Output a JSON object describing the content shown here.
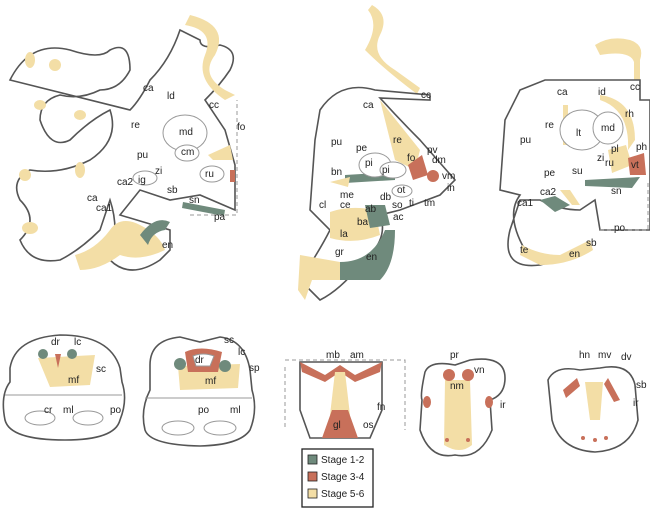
{
  "colors": {
    "stage_1_2": "#6f8a7c",
    "stage_3_4": "#c8705a",
    "stage_5_6": "#f3dea6"
  },
  "panels": {
    "p1": [
      "ca",
      "ld",
      "cc",
      "re",
      "md",
      "fo",
      "cm",
      "pu",
      "zi",
      "ru",
      "ig",
      "ca2",
      "sb",
      "ca",
      "sn",
      "ca1",
      "pa",
      "en"
    ],
    "p2": [
      "cc",
      "ca",
      "re",
      "pu",
      "pe",
      "pv",
      "fo",
      "pi",
      "dm",
      "pi",
      "bn",
      "vm",
      "me",
      "db",
      "ot",
      "in",
      "ti",
      "tm",
      "so",
      "cl",
      "ce",
      "ab",
      "ac",
      "ba",
      "la",
      "gr",
      "en"
    ],
    "p3": [
      "cc",
      "ca",
      "id",
      "rh",
      "re",
      "lt",
      "md",
      "ph",
      "pu",
      "pl",
      "zi",
      "ru",
      "su",
      "vt",
      "pe",
      "sn",
      "ca2",
      "ca1",
      "po",
      "sb",
      "te",
      "en"
    ],
    "b1": [
      "dr",
      "lc",
      "sc",
      "mf",
      "cr",
      "ml",
      "po"
    ],
    "b2": [
      "sc",
      "dr",
      "lc",
      "sp",
      "mf",
      "po",
      "ml"
    ],
    "b3": [
      "mb",
      "am",
      "gl",
      "fn",
      "os"
    ],
    "b4": [
      "pr",
      "vn",
      "nm",
      "ir"
    ],
    "b5": [
      "hn",
      "mv",
      "dv",
      "sb",
      "ir"
    ]
  },
  "legend": [
    {
      "label": "Stage 1-2",
      "color": "#6f8a7c"
    },
    {
      "label": "Stage 3-4",
      "color": "#c8705a"
    },
    {
      "label": "Stage 5-6",
      "color": "#f3dea6"
    }
  ]
}
